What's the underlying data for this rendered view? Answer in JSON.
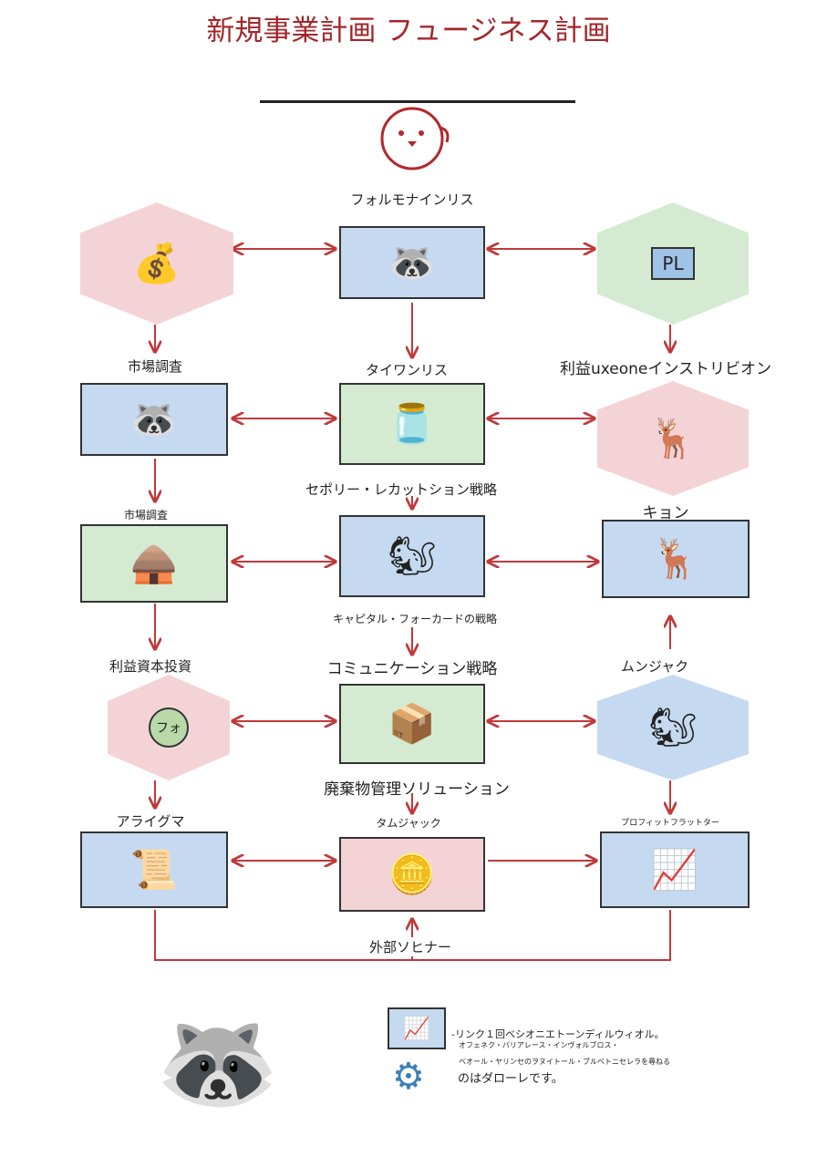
{
  "title": "新規事業計画 フュージネス計画",
  "nodes": {
    "r1c2": "フォルモナインリス",
    "r2c1": "市場調査",
    "r2c2": "タイワンリス",
    "r2c3": "利益uxeoneインストリビオン",
    "r3c2_top": "セポリー・レカットション戦略",
    "r3c1": "市場調査",
    "r3c3": "キョン",
    "r3c2_bottom": "キャピタル・フォーカードの戦略",
    "r4c1": "利益資本投資",
    "r4c2": "コミュニケーション戦略",
    "r4c3": "ムンジャク",
    "r4c2_bottom": "廃棄物管理ソリューション",
    "r5c1": "アライグマ",
    "r5c2": "タムジャック",
    "r5c3": "プロフィットフラットター",
    "loop": "外部ソヒナー"
  },
  "illustration_text": {
    "pl": "PL",
    "fo": "フォ"
  },
  "footer": {
    "line1": "-リンク１回ベシオニエトーンディルウィオル。",
    "line2": "オフェネク・パリアレース・インヴォルブロス・",
    "line3": "ベオール・ヤリンセのヲヌイトール・ブルベトニセレラを尋ねる",
    "line4": "のはダローレです。"
  },
  "colors": {
    "accent": "#a3262a",
    "pink": "#f4d3d6",
    "blue": "#c5daf0",
    "green": "#d4ebd2"
  }
}
